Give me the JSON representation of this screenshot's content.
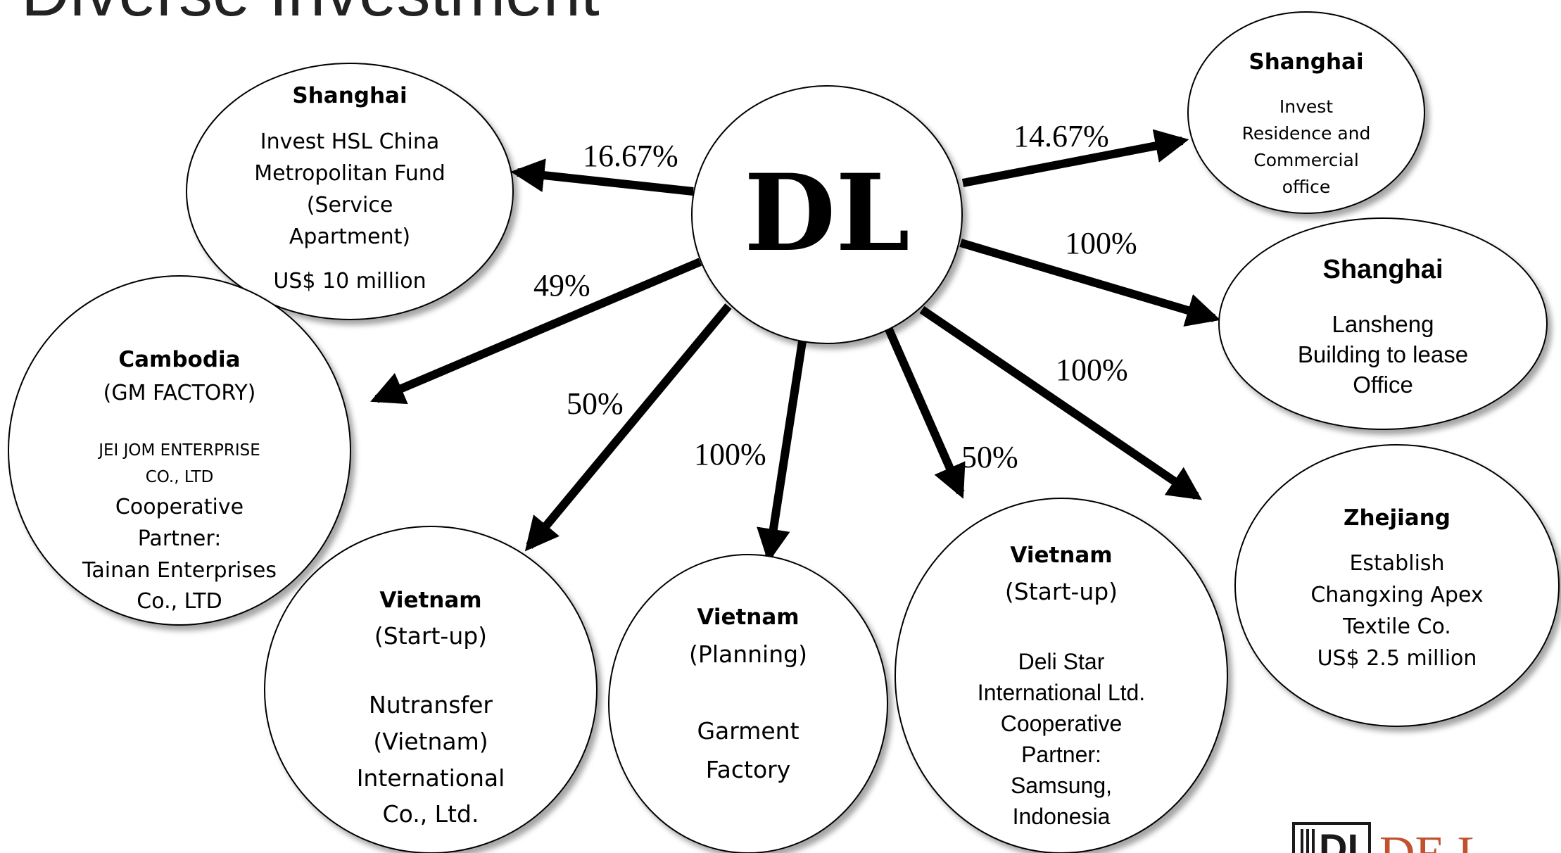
{
  "title": "Diverse Investment",
  "center": {
    "label": "DL"
  },
  "links": [
    {
      "id": "shanghai-hsl",
      "percent": "16.67%"
    },
    {
      "id": "shanghai-residence",
      "percent": "14.67%"
    },
    {
      "id": "shanghai-lansheng",
      "percent": "100%"
    },
    {
      "id": "cambodia",
      "percent": "49%"
    },
    {
      "id": "vietnam-nutransfer",
      "percent": "50%"
    },
    {
      "id": "vietnam-garment",
      "percent": "100%"
    },
    {
      "id": "vietnam-delistar",
      "percent": "50%"
    },
    {
      "id": "zhejiang",
      "percent": "100%"
    }
  ],
  "nodes": {
    "shanghai_hsl": {
      "heading": "Shanghai",
      "lines": [
        "Invest HSL China",
        "Metropolitan Fund",
        "(Service",
        "Apartment)"
      ],
      "amount": "US$ 10 million"
    },
    "shanghai_residence": {
      "heading": "Shanghai",
      "lines": [
        "Invest",
        "Residence and",
        "Commercial",
        "office"
      ]
    },
    "shanghai_lansheng": {
      "heading": "Shanghai",
      "lines": [
        "Lansheng",
        "Building to lease",
        "Office"
      ]
    },
    "cambodia": {
      "heading": "Cambodia",
      "subheading": "(GM FACTORY)",
      "lines": [
        "JEI JOM ENTERPRISE",
        "CO., LTD",
        "Cooperative",
        "Partner:",
        "Tainan Enterprises",
        "Co., LTD"
      ]
    },
    "vietnam_nutransfer": {
      "heading": "Vietnam",
      "subheading": "(Start-up)",
      "lines": [
        "Nutransfer",
        "(Vietnam)",
        "International",
        "Co., Ltd."
      ]
    },
    "vietnam_garment": {
      "heading": "Vietnam",
      "subheading": "(Planning)",
      "lines": [
        "Garment",
        "Factory"
      ]
    },
    "vietnam_delistar": {
      "heading": "Vietnam",
      "subheading": "(Start-up)",
      "lines": [
        "Deli Star",
        "International Ltd.",
        "Cooperative",
        "Partner:",
        "Samsung,",
        "Indonesia"
      ]
    },
    "zhejiang": {
      "heading": "Zhejiang",
      "lines": [
        "Establish",
        "Changxing Apex",
        "Textile Co.",
        "US$ 2.5 million"
      ]
    }
  },
  "logo": {
    "mark": "DL",
    "text": "DE L"
  }
}
